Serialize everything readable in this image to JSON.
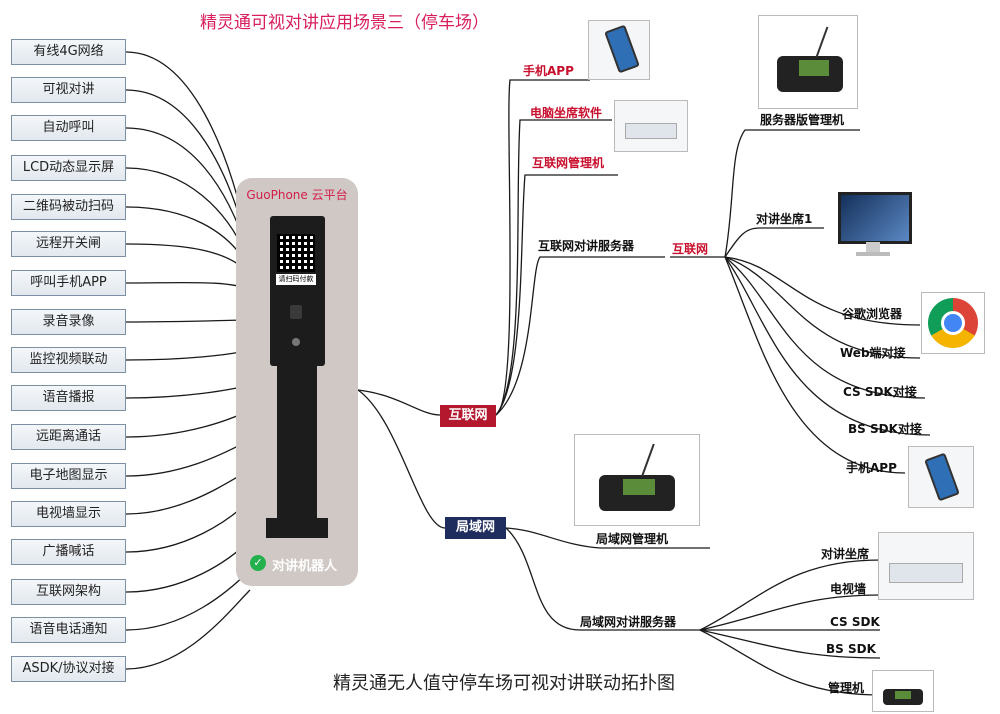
{
  "title": "精灵通可视对讲应用场景三（停车场）",
  "caption": "精灵通无人值守停车场可视对讲联动拓扑图",
  "features": [
    "有线4G网络",
    "可视对讲",
    "自动呼叫",
    "LCD动态显示屏",
    "二维码被动扫码",
    "远程开关闸",
    "呼叫手机APP",
    "录音录像",
    "监控视频联动",
    "语音播报",
    "远距离通话",
    "电子地图显示",
    "电视墙显示",
    "广播喊话",
    "互联网架构",
    "语音电话通知",
    "ASDK/协议对接"
  ],
  "device": {
    "platform_label": "GuoPhone 云平台",
    "qr_caption": "请扫码付款",
    "robot_label": "对讲机器人",
    "check_icon": "check-circle-icon"
  },
  "internet": {
    "tag": "互联网",
    "branch_labels": {
      "mobile_app": "手机APP",
      "desktop_software": "电脑坐席软件",
      "internet_manager": "互联网管理机",
      "server": "互联网对讲服务器"
    },
    "server_hub_label": "互联网",
    "server_children": {
      "server_manager": "服务器版管理机",
      "seat1": "对讲坐席1",
      "chrome": "谷歌浏览器",
      "web": "Web端对接",
      "cs_sdk": "CS SDK对接",
      "bs_sdk": "BS SDK对接",
      "app": "手机APP"
    }
  },
  "lan": {
    "tag": "局域网",
    "manager": "局域网管理机",
    "server": "局域网对讲服务器",
    "server_children": {
      "seat": "对讲坐席",
      "tv_wall": "电视墙",
      "cs_sdk": "CS SDK",
      "bs_sdk": "BS SDK",
      "manager": "管理机"
    }
  },
  "colors": {
    "title": "#d81e5b",
    "internet_tag": "#b3182e",
    "lan_tag": "#1f2c5e",
    "line": "#1a1a1a",
    "panel": "#cfc8c5"
  }
}
